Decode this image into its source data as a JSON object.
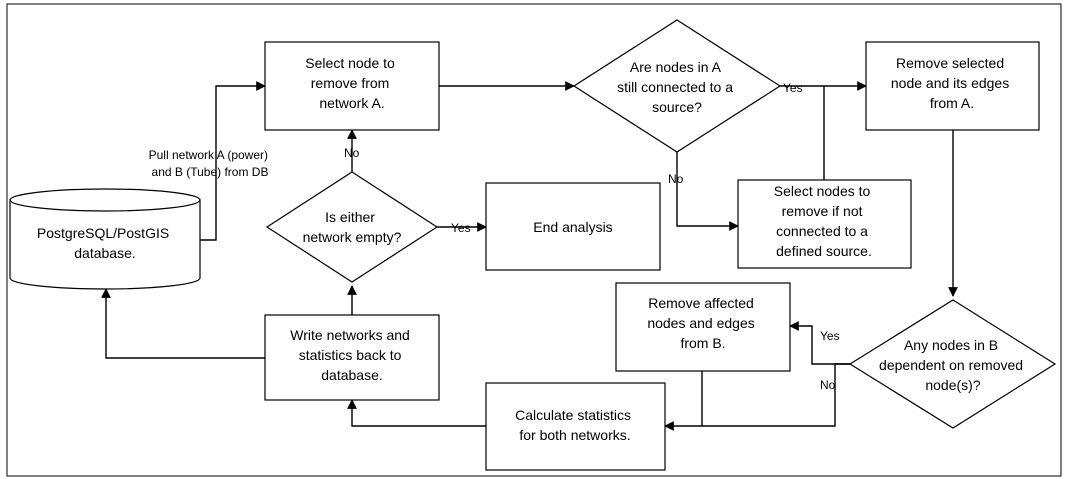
{
  "nodes": {
    "database": {
      "lines": [
        "PostgreSQL/PostGIS",
        "database."
      ]
    },
    "select_node": {
      "lines": [
        "Select node to",
        "remove from",
        "network A."
      ]
    },
    "connected_decision": {
      "lines": [
        "Are nodes in A",
        "still connected to a",
        "source?"
      ]
    },
    "remove_selected": {
      "lines": [
        "Remove selected",
        "node and its edges",
        "from A."
      ]
    },
    "select_nodes_not_connected": {
      "lines": [
        "Select nodes to",
        "remove if not",
        "connected to a",
        "defined source."
      ]
    },
    "empty_decision": {
      "lines": [
        "Is either",
        "network empty?"
      ]
    },
    "end_analysis": {
      "lines": [
        "End analysis"
      ]
    },
    "write_networks": {
      "lines": [
        "Write networks and",
        "statistics back to",
        "database."
      ]
    },
    "remove_affected": {
      "lines": [
        "Remove affected",
        "nodes and edges",
        "from B."
      ]
    },
    "dependent_decision": {
      "lines": [
        "Any nodes in B",
        "dependent on removed",
        "node(s)?"
      ]
    },
    "calc_stats": {
      "lines": [
        "Calculate statistics",
        "for both networks."
      ]
    }
  },
  "edge_labels": {
    "pull_networks": [
      "Pull network A (power)",
      "and B (Tube) from DB"
    ],
    "yes": "Yes",
    "no": "No"
  }
}
